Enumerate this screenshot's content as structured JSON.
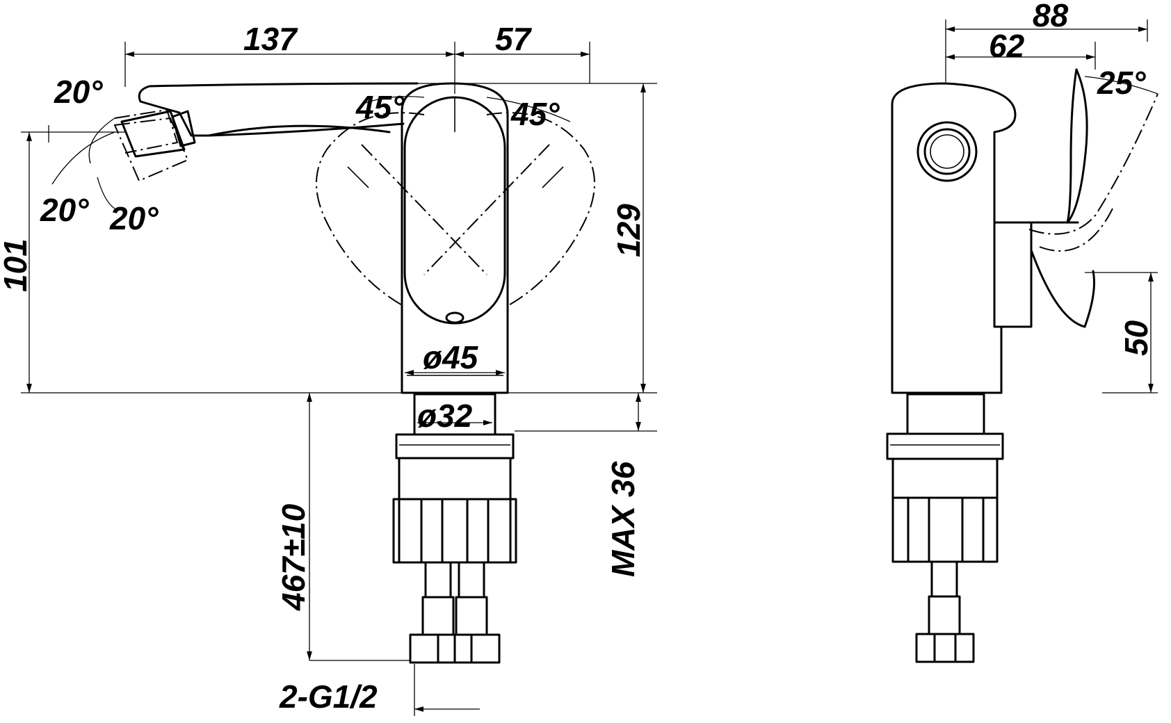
{
  "front_view": {
    "dim_spout_length": "137",
    "dim_handle_offset": "57",
    "dim_spout_angle_top": "20°",
    "dim_spout_angle_left": "20°",
    "dim_spout_angle_right": "20°",
    "dim_lever_left": "45°",
    "dim_lever_right": "45°",
    "dim_spout_height": "101",
    "dim_total_height": "129",
    "dim_body_diameter": "ø45",
    "dim_shank_diameter": "ø32",
    "dim_hose_length": "467±10",
    "dim_max_deck": "MAX 36",
    "dim_connection": "2-G1/2"
  },
  "side_view": {
    "dim_total_depth": "88",
    "dim_body_depth": "62",
    "dim_lever_angle": "25°",
    "dim_lever_height": "50"
  }
}
